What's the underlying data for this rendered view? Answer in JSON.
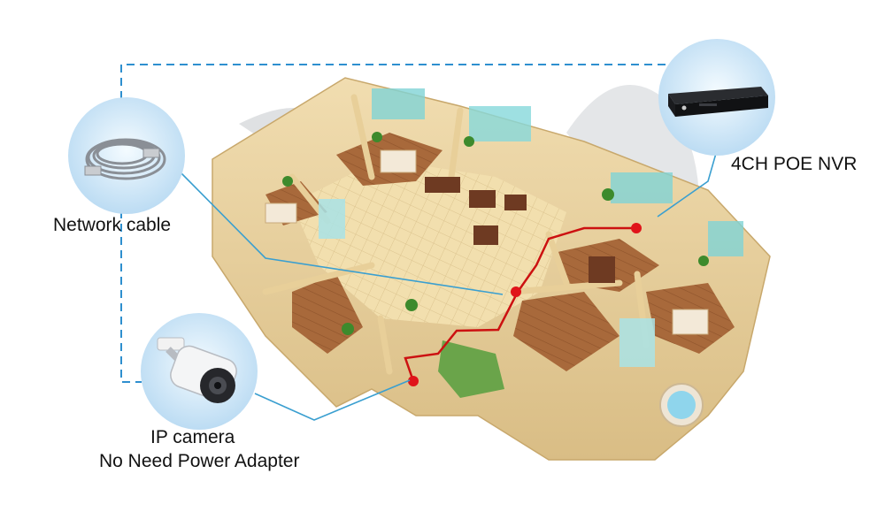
{
  "labels": {
    "network_cable": "Network cable",
    "nvr": "4CH POE NVR",
    "ip_camera": "IP camera",
    "no_power_adapter": "No Need Power Adapter"
  },
  "colors": {
    "link_line": "#3a9fd0",
    "dashed_line": "#2e8fcf",
    "cable_route": "#cc1111",
    "circle_bg": "#cfe8f8",
    "floor_wall": "#ecd6a0",
    "floor_tile": "#f3e2b2",
    "wood_floor": "#a4663a",
    "glass": "#7fd3d6"
  },
  "icons": [
    "network-cable-icon",
    "nvr-device-icon",
    "ip-camera-icon",
    "house-floorplan-illustration"
  ]
}
